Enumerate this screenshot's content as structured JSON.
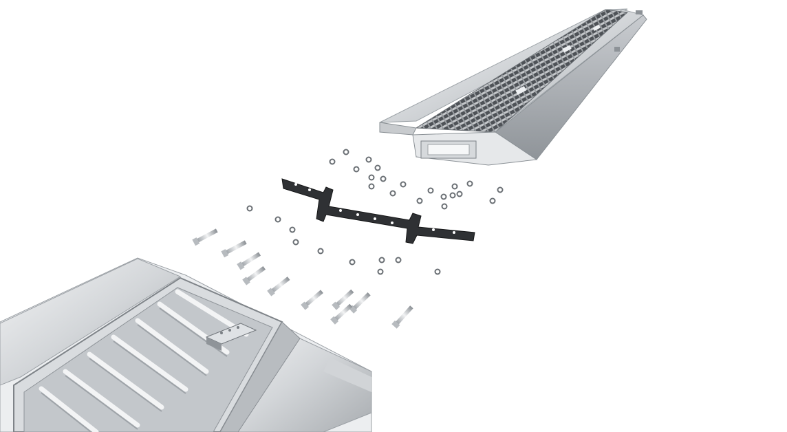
{
  "colors": {
    "background": "#ffffff",
    "steel_light": "#e2e4e6",
    "steel_mid": "#b9bcc0",
    "steel_dark": "#6e7378",
    "bracket": "#2b2d30",
    "grate": "#55595e"
  },
  "parts": {
    "channel_far": "drain-channel-with-grate",
    "channel_near": "drain-channel-section",
    "connector": "connector-bracket",
    "bolts": "hex-bolt",
    "nuts": "hex-nut",
    "washers": "washer"
  }
}
